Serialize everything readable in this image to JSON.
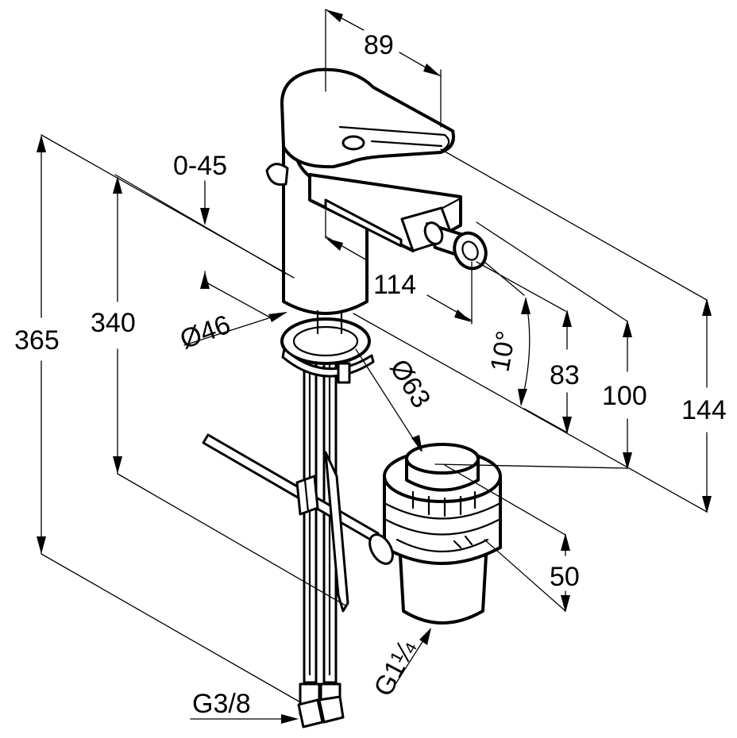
{
  "dimensions": {
    "width_89": "89",
    "swivel_0_45": "0-45",
    "reach_114": "114",
    "dia_46": "Ø46",
    "height_340": "340",
    "height_365": "365",
    "angle_10": "10°",
    "dia_63": "Ø63",
    "height_83": "83",
    "height_100": "100",
    "height_144": "144",
    "waste_50": "50",
    "thread_g114": "G1¼",
    "thread_g38": "G3/8"
  }
}
